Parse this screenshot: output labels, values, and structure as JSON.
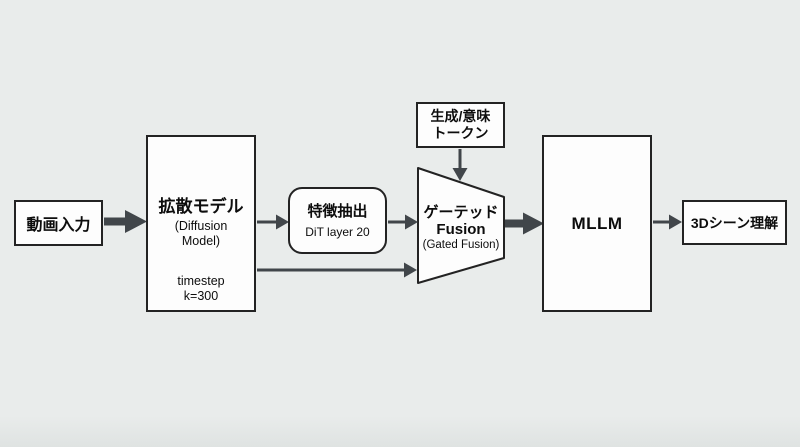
{
  "diagram": {
    "type": "flow-diagram",
    "colors": {
      "background": "#e9eceb",
      "node_fill": "#fdfdfd",
      "node_border": "#232323",
      "arrow": "#41464a",
      "text": "#0d0d0d"
    },
    "nodes": {
      "video_input": {
        "label": "動画入力"
      },
      "diffusion_model": {
        "title": "拡散モデル",
        "subtitle_line1": "(Diffusion",
        "subtitle_line2": "Model)",
        "param_line1": "timestep",
        "param_line2": "k=300"
      },
      "feature_extraction": {
        "title": "特徴抽出",
        "subtitle": "DiT layer 20"
      },
      "gen_semantic_tokens": {
        "line1": "生成/意味",
        "line2": "トークン"
      },
      "gated_fusion": {
        "line1": "ゲーテッド",
        "line2": "Fusion",
        "line3": "(Gated Fusion)"
      },
      "mllm": {
        "label": "MLLM"
      },
      "scene_understanding": {
        "label": "3Dシーン理解"
      }
    },
    "edges": [
      "video_input -> diffusion_model",
      "diffusion_model -> feature_extraction",
      "feature_extraction -> gated_fusion",
      "diffusion_model -> gated_fusion (bypass)",
      "gen_semantic_tokens -> gated_fusion",
      "gated_fusion -> mllm",
      "mllm -> scene_understanding"
    ]
  }
}
